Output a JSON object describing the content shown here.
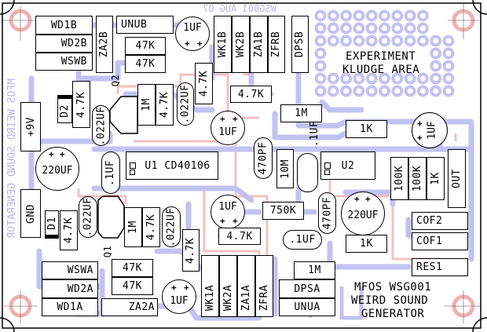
{
  "board": {
    "title_lines": [
      "MFOS WSG001",
      "WEIRD SOUND",
      "GENERATOR"
    ],
    "kludge_lines": [
      "EXPERIMENT",
      "KLUDGE AREA"
    ],
    "bottom_layer_text": {
      "side": "MFOS WEIRD SOUND GENERATOR",
      "top": "WSG001 AUG 07"
    },
    "colors": {
      "trace": "#b8b8f0",
      "silkscreen": "#000000",
      "mounting_hole": "#f0b0b0",
      "bottom_trace": "#f4c0c0"
    }
  },
  "connectors": {
    "wd1b": "WD1B",
    "wd2b": "WD2B",
    "wswb": "WSWB",
    "za2b": "ZA2B",
    "unub": "UNUB",
    "wk1b": "WK1B",
    "wk2b": "WK2B",
    "za1b": "ZA1B",
    "zfrb": "ZFRB",
    "dpsb": "DPSB",
    "pwr": "+9V",
    "gnd": "GND",
    "out": "OUT",
    "cof2": "COF2",
    "cof1": "COF1",
    "res1": "RES1",
    "dpsa": "DPSA",
    "unua": "UNUA",
    "wswa": "WSWA",
    "wd2a": "WD2A",
    "wd1a": "WD1A",
    "za2a": "ZA2A",
    "wk1a": "WK1A",
    "wk2a": "WK2A",
    "za1a": "ZA1A",
    "zfra": "ZFRA"
  },
  "parts": {
    "r47k_top1": "47K",
    "r47k_top2": "47K",
    "r47k_bot1": "47K",
    "r47k_bot2": "47K",
    "r4k7_d2": "4.7K",
    "r1m_q2": "1M",
    "r4k7_q2": "4.7K",
    "r4k7_top": "4.7K",
    "r4k7_h_top": "4.7K",
    "r1m_h_top": "1M",
    "r1k_top": "1K",
    "r4k7_d1": "4.7K",
    "r1m_q1": "1M",
    "r4k7_q1": "4.7K",
    "r4k7_bot": "4.7K",
    "r4k7_h_mid": "4.7K",
    "r750k": "750K",
    "r10m": "10M",
    "r100k_1": "100K",
    "r100k_2": "100K",
    "r1k_v": "1K",
    "r1k_bot": "1K",
    "r1m_bot": "1M",
    "c022_q2a": ".022UF",
    "c022_q2b": ".022UF",
    "c022_q1a": ".022UF",
    "c022_q1b": ".022UF",
    "c1uf_top": "1UF",
    "c1uf_mid_top": "1UF",
    "c1uf_right": "1UF",
    "c1uf_mid_bot": "1UF",
    "c1uf_bot": "1UF",
    "c220_left": "220UF",
    "c220_right": "220UF",
    "c01_u1": ".1UF",
    "c01_top": ".1UF",
    "c01_bot": ".1UF",
    "c470_a": "470PF",
    "c470_b": "470PF",
    "d1": "D1",
    "d2": "D2",
    "q1": "Q1",
    "q2": "Q2",
    "u1": "U1  CD40106",
    "u2": "U2",
    "plus": "+"
  }
}
